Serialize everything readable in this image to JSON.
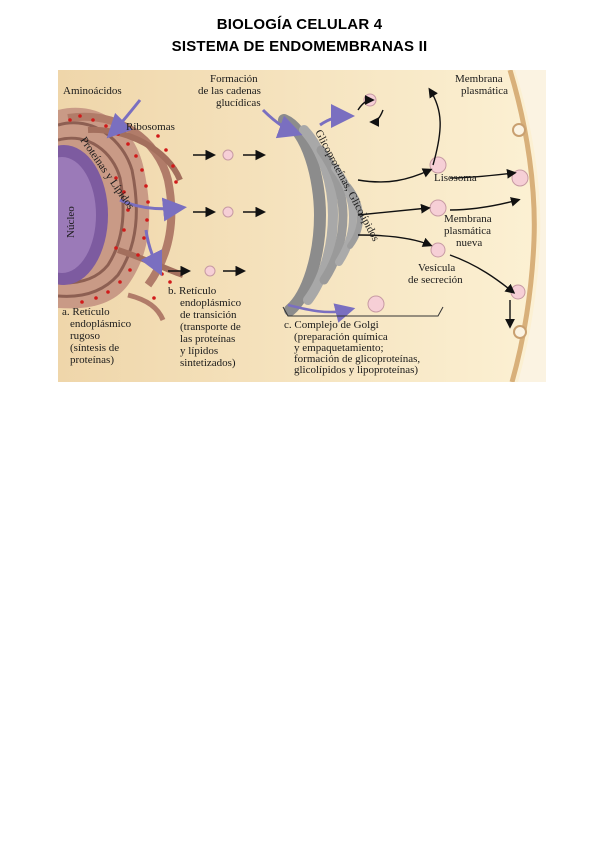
{
  "header": {
    "title_line1": "BIOLOGÍA CELULAR 4",
    "title_line2": "SISTEMA DE ENDOMEMBRANAS II"
  },
  "colors": {
    "background_left": "#f1dcb2",
    "background_right": "#fbefcf",
    "er": "#b98a78",
    "er_dark": "#8d5f52",
    "nucleus": "#7d5ba0",
    "golgi": "#9a9a9a",
    "vesicle": "#f6cfd6",
    "arrow_purple": "#7a6fc0",
    "ribosome": "#d11a1a"
  },
  "diagram": {
    "labels": {
      "aminoacidos": "Aminoácidos",
      "ribosomas": "Ribosomas",
      "formacion": [
        "Formación",
        "de las cadenas",
        "glucídicas"
      ],
      "proteinas_lipidos": "Proteínas y Lípidos",
      "nucleo": "Núcleo",
      "glicoproteinas": "Glicoproteínas, Glicolípidos",
      "membrana_plasmatica": [
        "Membrana",
        "plasmática"
      ],
      "lisosoma": "Lisosoma",
      "membrana_nueva": [
        "Membrana",
        "plasmática",
        "nueva"
      ],
      "vesicula": [
        "Vesícula",
        "de secreción"
      ],
      "reticulo_rugoso": [
        "a. Retículo",
        "endoplásmico",
        "rugoso",
        "(síntesis de",
        "proteínas)"
      ],
      "reticulo_transicion": [
        "b. Retículo",
        "endoplásmico",
        "de transición",
        "(transporte de",
        "las proteínas",
        "y lípidos",
        "sintetizados)"
      ],
      "golgi": [
        "c. Complejo de Golgi",
        "(preparación química",
        "y empaquetamiento;",
        "formación de glicoproteínas,",
        "glicolípidos y lipoproteínas)"
      ]
    }
  }
}
